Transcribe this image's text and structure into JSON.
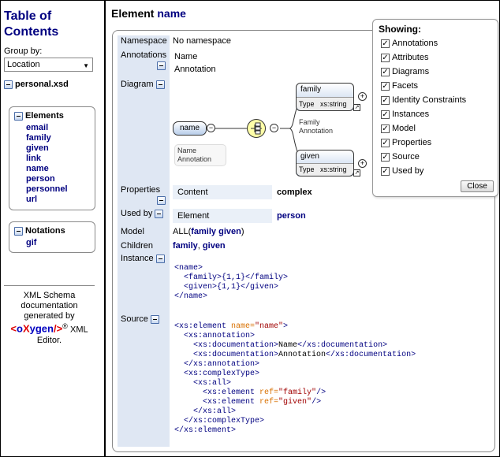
{
  "toc": {
    "title_line1": "Table of",
    "title_line2": "Contents",
    "group_by_label": "Group by:",
    "group_by_value": "Location",
    "schema_file": "personal.xsd",
    "elements_heading": "Elements",
    "elements": [
      "email",
      "family",
      "given",
      "link",
      "name",
      "person",
      "personnel",
      "url"
    ],
    "notations_heading": "Notations",
    "notations": [
      "gif"
    ],
    "footer_line1": "XML Schema",
    "footer_line2": "documentation",
    "footer_line3": "generated by",
    "footer_logo_lt": "<",
    "footer_logo_o": "o",
    "footer_logo_X": "X",
    "footer_logo_ygen": "ygen",
    "footer_logo_slash": "/>",
    "footer_logo_reg": "®",
    "footer_xml": "XML",
    "footer_editor": "Editor."
  },
  "main": {
    "title_prefix": "Element",
    "title_name": "name",
    "labels": {
      "namespace": "Namespace",
      "annotations": "Annotations",
      "diagram": "Diagram",
      "properties": "Properties",
      "used_by": "Used by",
      "model": "Model",
      "children": "Children",
      "instance": "Instance",
      "source": "Source"
    },
    "namespace_value": "No namespace",
    "annotations_values": [
      "Name",
      "Annotation"
    ],
    "diagram": {
      "root": "name",
      "root_ann1": "Name",
      "root_ann2": "Annotation",
      "family": "family",
      "family_type_label": "Type",
      "family_type": "xs:string",
      "family_ann1": "Family",
      "family_ann2": "Annotation",
      "given": "given",
      "given_type_label": "Type",
      "given_type": "xs:string"
    },
    "properties_key": "Content",
    "properties_value": "complex",
    "used_by_key": "Element",
    "used_by_value": "person",
    "model_prefix": "ALL(",
    "model_family": "family",
    "model_given": "given",
    "model_suffix": ")",
    "children_family": "family",
    "children_sep": ", ",
    "children_given": "given",
    "instance_lines": [
      "<name>",
      "  <family>{1,1}</family>",
      "  <given>{1,1}</given>",
      "</name>"
    ],
    "source": {
      "l1_a": "<xs:element ",
      "l1_attr": "name=",
      "l1_val": "\"name\"",
      "l1_b": ">",
      "l2": "  <xs:annotation>",
      "l3_a": "    <xs:documentation>",
      "l3_t": "Name",
      "l3_b": "</xs:documentation>",
      "l4_a": "    <xs:documentation>",
      "l4_t": "Annotation",
      "l4_b": "</xs:documentation>",
      "l5": "  </xs:annotation>",
      "l6": "  <xs:complexType>",
      "l7": "    <xs:all>",
      "l8_a": "      <xs:element ",
      "l8_attr": "ref=",
      "l8_val": "\"family\"",
      "l8_b": "/>",
      "l9_a": "      <xs:element ",
      "l9_attr": "ref=",
      "l9_val": "\"given\"",
      "l9_b": "/>",
      "l10": "    </xs:all>",
      "l11": "  </xs:complexType>",
      "l12": "</xs:element>"
    }
  },
  "showing": {
    "title": "Showing:",
    "options": [
      {
        "label": "Annotations",
        "checked": true
      },
      {
        "label": "Attributes",
        "checked": true
      },
      {
        "label": "Diagrams",
        "checked": true
      },
      {
        "label": "Facets",
        "checked": true
      },
      {
        "label": "Identity Constraints",
        "checked": true
      },
      {
        "label": "Instances",
        "checked": true
      },
      {
        "label": "Model",
        "checked": true
      },
      {
        "label": "Properties",
        "checked": true
      },
      {
        "label": "Source",
        "checked": true
      },
      {
        "label": "Used by",
        "checked": true
      }
    ],
    "close_label": "Close"
  }
}
